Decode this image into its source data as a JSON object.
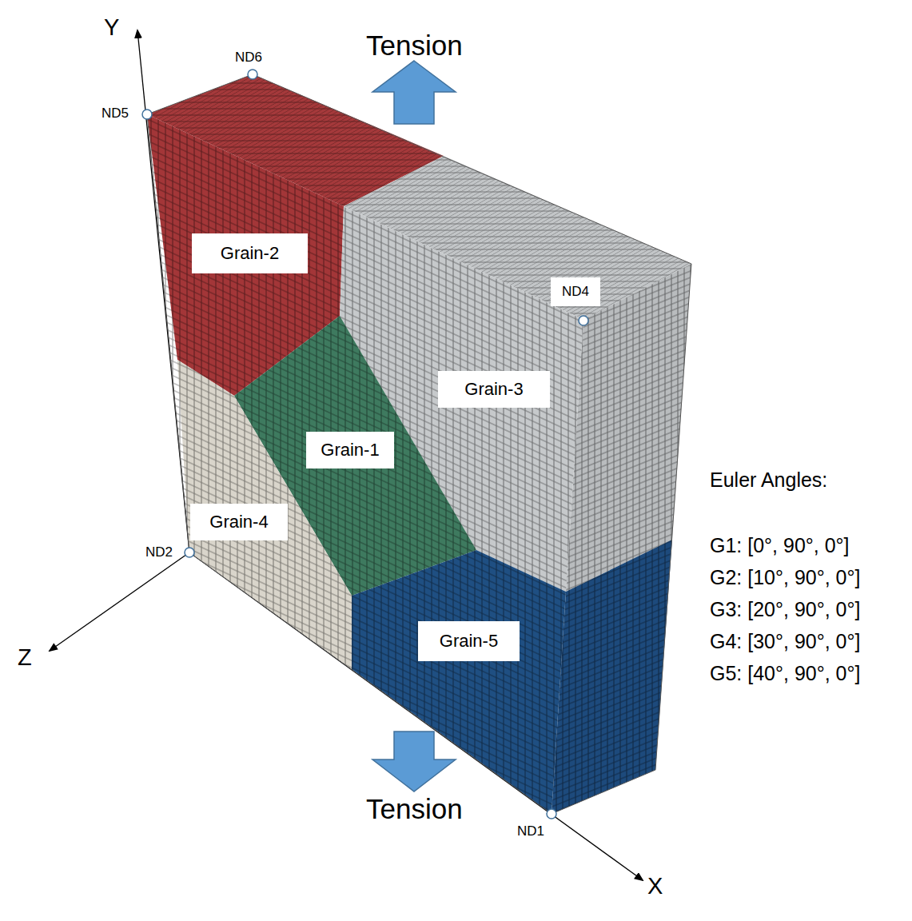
{
  "diagram": {
    "nodes": [
      {
        "text": [
          "Grain-2"
        ]
      },
      {
        "text": [
          "Grain-3"
        ]
      },
      {
        "text": [
          "Grain-1"
        ]
      },
      {
        "text": [
          "Grain-4"
        ]
      },
      {
        "text": [
          "Grain-5"
        ]
      }
    ],
    "labels": [
      "Y",
      "ND6",
      "Tension",
      "ND5",
      "ND4",
      "ND2",
      "Z",
      "Tension",
      "ND1",
      "X",
      "Euler Angles:",
      "G1: [0°, 90°, 0°]",
      "G2: [10°, 90°, 0°]",
      "G3: [20°, 90°, 0°]",
      "G4: [30°, 90°, 0°]",
      "G5: [40°, 90°, 0°]"
    ]
  }
}
